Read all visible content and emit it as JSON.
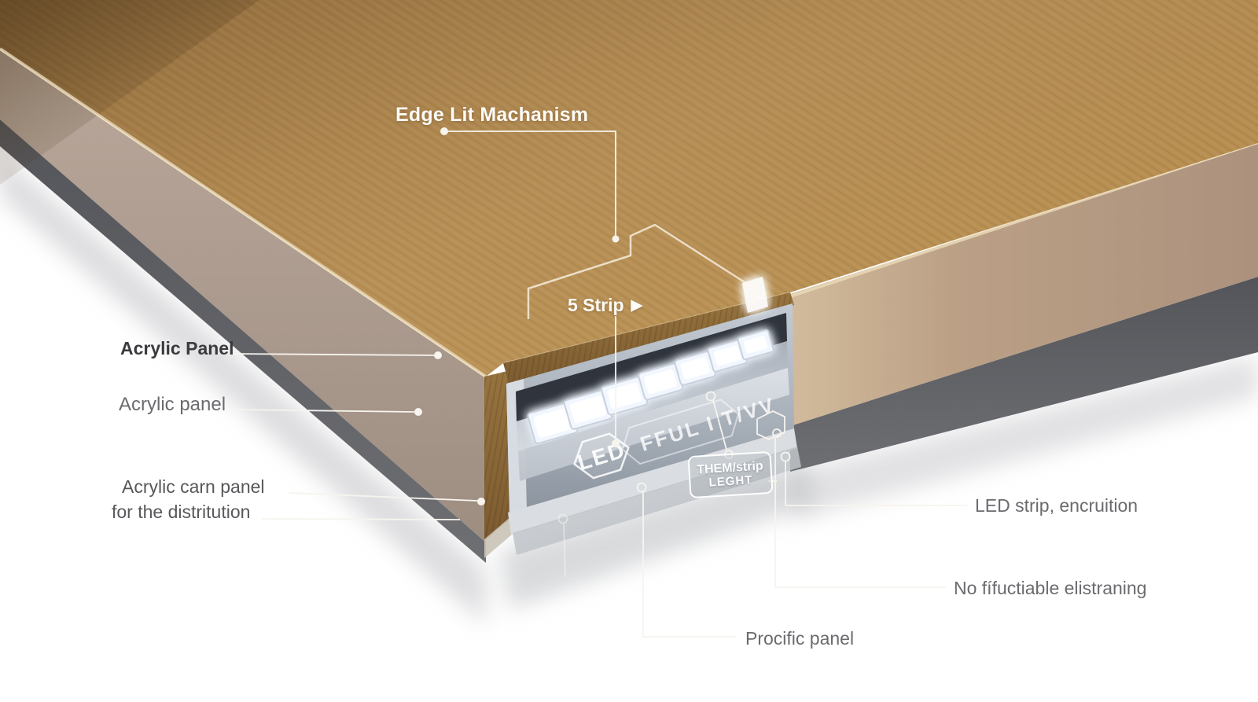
{
  "scene": {
    "description": "Edge-lit LED panel cutaway diagram",
    "colors": {
      "wood_top": "#a97f45",
      "wood_grain_face": "#8a6434",
      "side_acrylic": "#b3a195",
      "base_gray": "#5c5d62",
      "right_face_tan": "#b89e85",
      "metal_light": "#d6dbe1",
      "metal_dark": "#31363e",
      "led_white": "#ffffff",
      "leader_white": "#f7f4ee",
      "label_dark": "#3b3b3e",
      "label_gray": "#6b6b6f"
    }
  },
  "labels": {
    "edge_lit": "Edge Lit Machanism",
    "five_strip": "5 Strip",
    "five_strip_arrow": "▶",
    "acrylic_panel_primary": "Acrylic Panel",
    "acrylic_panel_secondary": "Acrylic panel",
    "distribution_line1": "Acrylic carn panel",
    "distribution_line2": "for the distritution",
    "led_strip": "LED strip, encruition",
    "no_fifuctiable": "No fífuctiable elistraning",
    "procific": "Procific panel",
    "badge_line1": "THEM/strip",
    "badge_line2": "LEGHT",
    "led_emboss": "LED",
    "strip_emboss": "FFUL I T/VV"
  }
}
